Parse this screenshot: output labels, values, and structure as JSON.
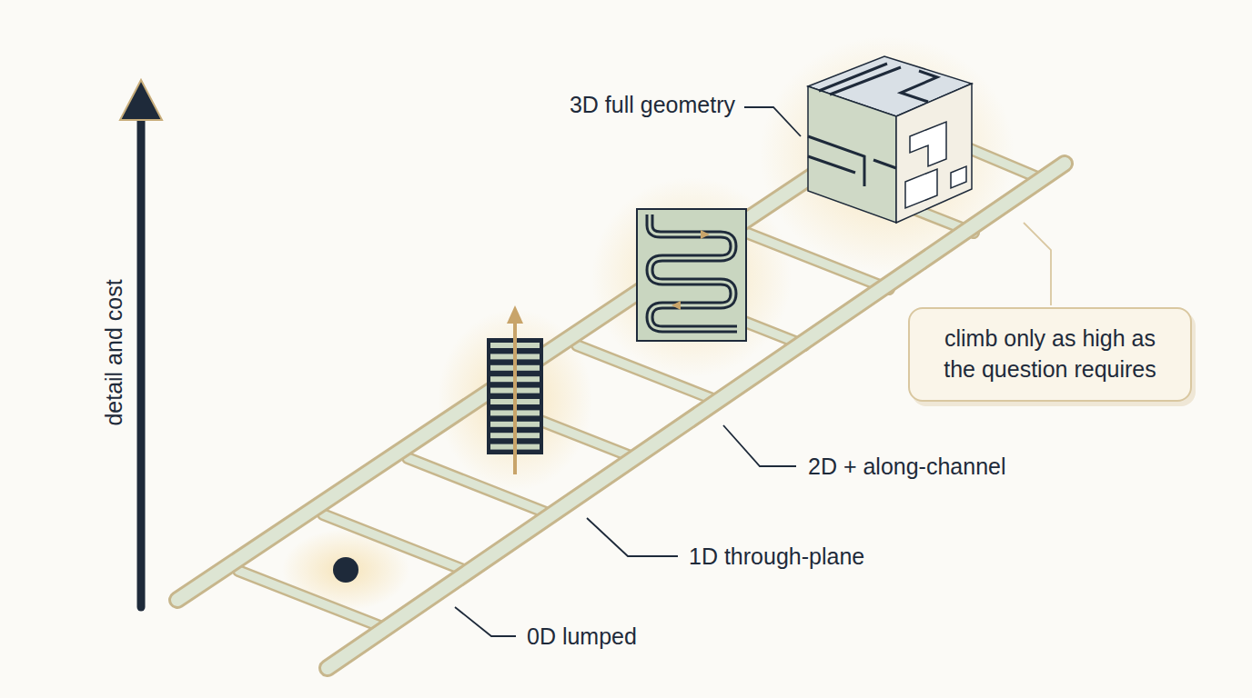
{
  "diagram": {
    "nodes": [
      {
        "text": [
          "climb only as high as the question requires"
        ]
      }
    ],
    "labels": [
      "detail and cost",
      "3D full geometry",
      "2D + along-channel",
      "1D through-plane",
      "0D lumped"
    ]
  }
}
